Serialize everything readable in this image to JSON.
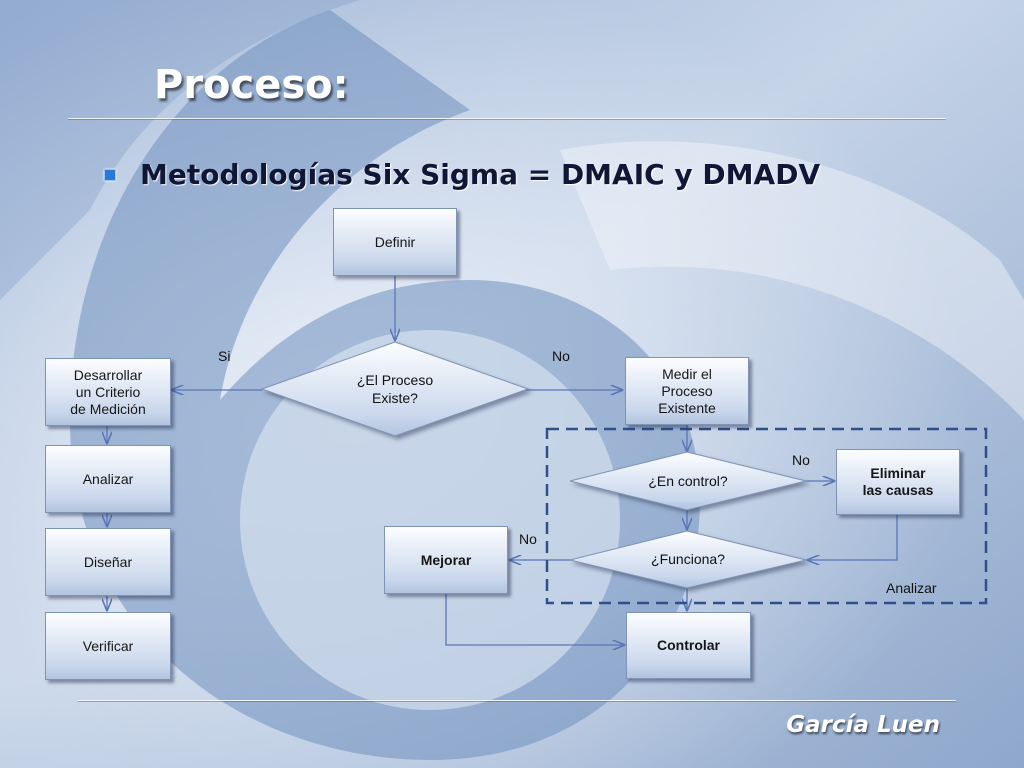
{
  "slide": {
    "title": "Proceso:",
    "bullet": "Metodologías Six Sigma = DMAIC y  DMADV",
    "author": "García  Luen"
  },
  "diagram": {
    "nodes": {
      "definir": "Definir",
      "existe": "¿El Proceso\nExiste?",
      "desarrollar": "Desarrollar\nun Criterio\nde Medición",
      "analizar_left": "Analizar",
      "disenar": "Diseñar",
      "verificar": "Verificar",
      "medir": "Medir el\nProceso\nExistente",
      "en_control": "¿En control?",
      "eliminar": "Eliminar\nlas causas",
      "funciona": "¿Funciona?",
      "mejorar": "Mejorar",
      "controlar": "Controlar"
    },
    "edge_labels": {
      "si": "Si",
      "no_existe": "No",
      "no_control": "No",
      "no_funciona": "No",
      "analizar_region": "Analizar"
    }
  },
  "colors": {
    "node_fill_top": "#fcfdff",
    "node_fill_bottom": "#b1c3df",
    "arrow": "#5a76b8",
    "dashed_region": "#2f4f8a"
  }
}
